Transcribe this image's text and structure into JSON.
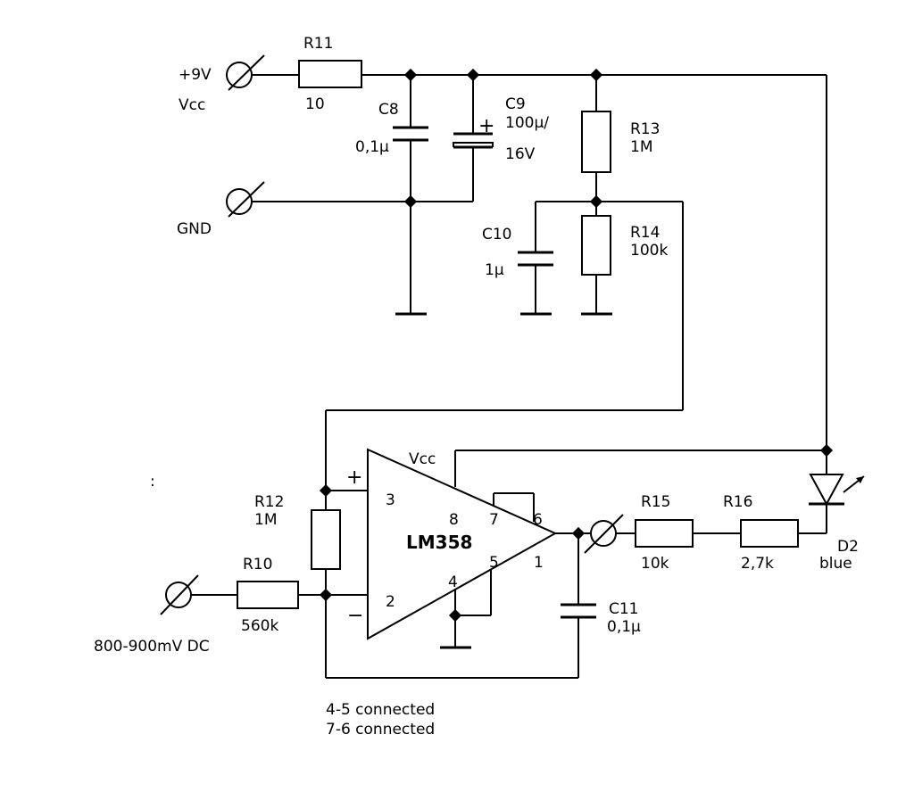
{
  "terminals": {
    "vcc_line1": "+9V",
    "vcc_line2": "Vcc",
    "gnd": "GND",
    "input": "800-900mV DC"
  },
  "components": {
    "r11": {
      "name": "R11",
      "value": "10"
    },
    "c8": {
      "name": "C8",
      "value": "0,1µ"
    },
    "c9": {
      "name": "C9",
      "value": "100µ/",
      "rating": "16V",
      "polarity": "+"
    },
    "r13": {
      "name": "R13",
      "value": "1M"
    },
    "r14": {
      "name": "R14",
      "value": "100k"
    },
    "c10": {
      "name": "C10",
      "value": "1µ"
    },
    "r12": {
      "name": "R12",
      "value": "1M"
    },
    "r10": {
      "name": "R10",
      "value": "560k"
    },
    "r15": {
      "name": "R15",
      "value": "10k"
    },
    "r16": {
      "name": "R16",
      "value": "2,7k"
    },
    "c11": {
      "name": "C11",
      "value": "0,1µ"
    },
    "d2": {
      "name": "D2",
      "value": "blue"
    }
  },
  "opamp": {
    "name": "LM358",
    "supply_label": "Vcc",
    "plus": "+",
    "minus": "−",
    "pin3": "3",
    "pin2": "2",
    "pin8": "8",
    "pin7": "7",
    "pin6": "6",
    "pin5": "5",
    "pin4": "4",
    "pin1": "1"
  },
  "notes": {
    "colon": ":",
    "line1": "4-5 connected",
    "line2": "7-6 connected"
  }
}
